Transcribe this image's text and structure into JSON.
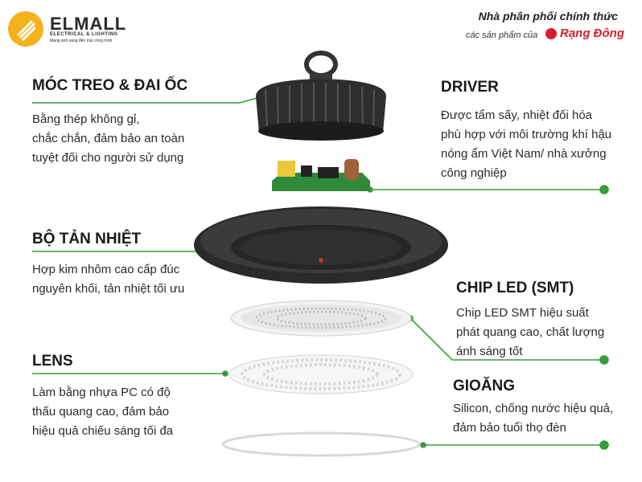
{
  "brand": {
    "name": "ELMALL",
    "sub": "ELECTRICAL & LIGHTING",
    "tagline": "Mang ánh sáng đến mọi công trình"
  },
  "distributor": {
    "line1": "Nhà phân phối chính thức",
    "line2": "các sản phẩm của",
    "partner": "Rạng Đông"
  },
  "components": {
    "hook": {
      "title": "MÓC TREO & ĐAI ỐC",
      "lines": [
        "Bằng thép không gỉ,",
        "chắc chắn, đảm bảo an toàn",
        "tuyệt đối cho người sử dụng"
      ]
    },
    "heatsink": {
      "title": "BỘ TẢN NHIỆT",
      "lines": [
        "Hợp kim nhôm cao cấp đúc",
        "nguyên khối, tản nhiệt tối ưu"
      ]
    },
    "lens": {
      "title": "LENS",
      "lines": [
        "Làm bằng nhựa PC có độ",
        "thấu quang cao, đảm bảo",
        "hiệu quả chiếu sáng tối đa"
      ]
    },
    "driver": {
      "title": "DRIVER",
      "lines": [
        "Được  tẩm sấy, nhiệt đối hóa",
        "phù hợp với môi trường khí hậu",
        "nóng ẩm Việt Nam/ nhà xưởng",
        "công nghiệp"
      ]
    },
    "chip": {
      "title": "CHIP LED (SMT)",
      "lines": [
        "Chip LED SMT hiệu suất",
        "phát quang cao, chất lượng",
        "ánh sáng tốt"
      ]
    },
    "gasket": {
      "title": "GIOĂNG",
      "lines": [
        "Silicon, chống nước hiệu quả,",
        "đảm bảo tuổi thọ đèn"
      ]
    }
  },
  "colors": {
    "accent": "#3a9a3a",
    "brand": "#f3b21b",
    "partner": "#d4202a"
  }
}
